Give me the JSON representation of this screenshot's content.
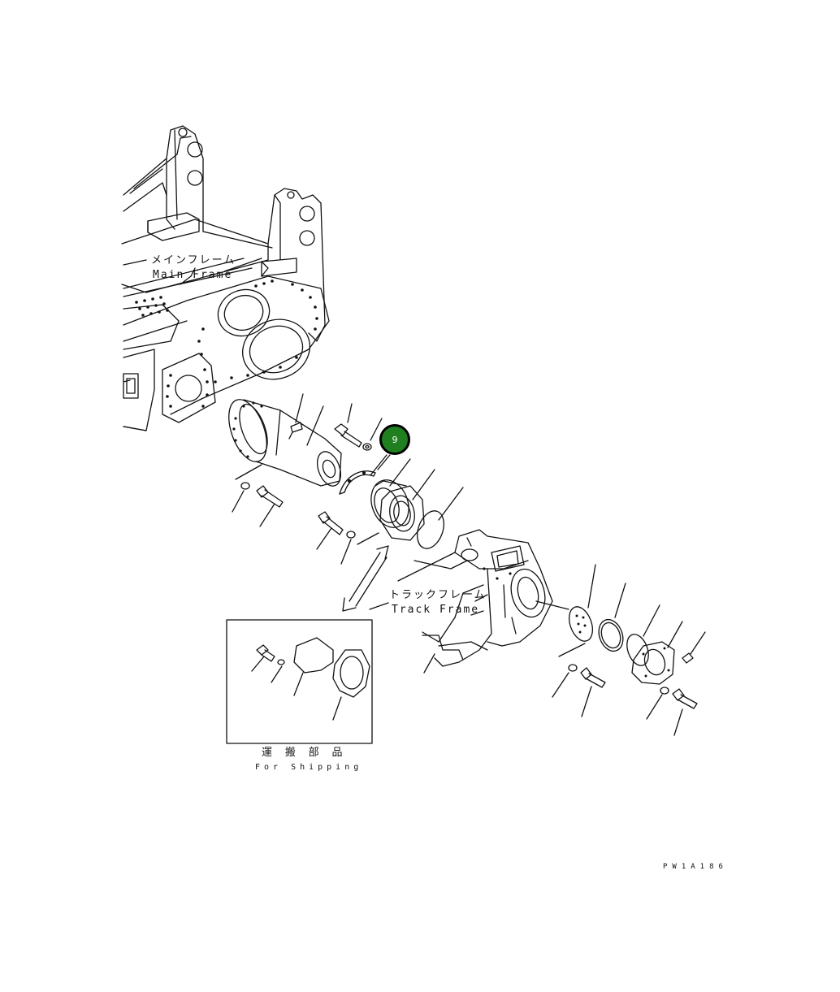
{
  "labels": {
    "main_frame_jp": "メインフレーム",
    "main_frame_en": "Main Frame",
    "track_frame_jp": "トラックフレーム",
    "track_frame_en": "Track Frame",
    "shipping_jp": "運 搬 部 品",
    "shipping_en": "For Shipping",
    "drawing_code": "PW1A186"
  },
  "callout": {
    "number": "9",
    "color": "#208020"
  }
}
